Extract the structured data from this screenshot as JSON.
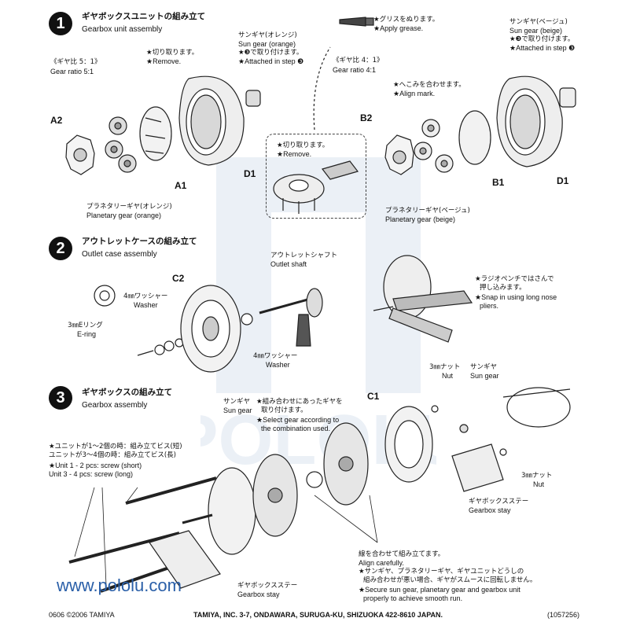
{
  "step1": {
    "number": "1",
    "title_jp": "ギヤボックスユニットの組み立て",
    "title_en": "Gearbox unit assembly",
    "ratio51_jp": "《ギヤ比 5：1》",
    "ratio51_en": "Gear ratio 5:1",
    "ratio41_jp": "《ギヤ比 4：1》",
    "ratio41_en": "Gear ratio 4:1",
    "remove_jp": "★切り取ります。",
    "remove_en": "★Remove.",
    "sun_orange_jp": "サンギヤ(オレンジ)",
    "sun_orange_en": "Sun gear (orange)",
    "attach_jp": "★❸で取り付けます。",
    "attach_en": "★Attached in step ❸",
    "grease_jp": "★グリスをぬります。",
    "grease_en": "★Apply grease.",
    "inset_remove_jp": "★切り取ります。",
    "inset_remove_en": "★Remove.",
    "sun_beige_jp": "サンギヤ(ベージュ)",
    "sun_beige_en": "Sun gear (beige)",
    "attach2_jp": "★❸で取り付けます。",
    "attach2_en": "★Attached in step ❸",
    "align_jp": "★へこみを合わせます。",
    "align_en": "★Align mark.",
    "planetary_orange_jp": "プラネタリーギヤ(オレンジ)",
    "planetary_orange_en": "Planetary gear (orange)",
    "planetary_beige_jp": "プラネタリーギヤ(ベージュ)",
    "planetary_beige_en": "Planetary gear (beige)",
    "labels": {
      "a2": "A2",
      "a1": "A1",
      "d1_left": "D1",
      "b2": "B2",
      "b1": "B1",
      "d1_right": "D1"
    }
  },
  "step2": {
    "number": "2",
    "title_jp": "アウトレットケースの組み立て",
    "title_en": "Outlet case assembly",
    "c2": "C2",
    "washer_top_jp": "4㎜ワッシャー",
    "washer_top_en": "Washer",
    "eringe_jp": "3㎜Eリング",
    "eringe_en": "E-ring",
    "shaft_jp": "アウトレットシャフト",
    "shaft_en": "Outlet shaft",
    "washer_bottom_jp": "4㎜ワッシャー",
    "washer_bottom_en": "Washer",
    "snap_jp1": "★ラジオペンチではさんで",
    "snap_jp2": "押し込みます。",
    "snap_en1": "★Snap in using long nose",
    "snap_en2": "pliers."
  },
  "step3": {
    "number": "3",
    "title_jp": "ギヤボックスの組み立て",
    "title_en": "Gearbox assembly",
    "screw_jp1": "★ユニットが1〜2個の時：組み立てビス(短)",
    "screw_jp2": "ユニットが3〜4個の時：組み立てビス(長)",
    "screw_en1": "★Unit 1 - 2 pcs: screw (short)",
    "screw_en2": "Unit 3 - 4 pcs: screw (long)",
    "sun_jp": "サンギヤ",
    "sun_en": "Sun gear",
    "select_jp1": "★組み合わせにあったギヤを",
    "select_jp2": "取り付けます。",
    "select_en1": "★Select gear according to",
    "select_en2": "the combination used.",
    "c1": "C1",
    "nut_top_jp": "3㎜ナット",
    "nut_top_en": "Nut",
    "sun_right_jp": "サンギヤ",
    "sun_right_en": "Sun gear",
    "nut_right_jp": "3㎜ナット",
    "nut_right_en": "Nut",
    "stay_right_jp": "ギヤボックスステー",
    "stay_right_en": "Gearbox stay",
    "stay_bottom_jp": "ギヤボックスステー",
    "stay_bottom_en": "Gearbox stay",
    "align_jp": "線を合わせて組み立てます。",
    "align_en": "Align carefully.",
    "secure_jp1": "★サンギヤ、プラネタリーギヤ、ギヤユニットどうしの",
    "secure_jp2": "組み合わせが悪い場合、ギヤがスムースに回転しません。",
    "secure_en1": "★Secure sun gear, planetary gear and gearbox unit",
    "secure_en2": "properly to achieve smooth run."
  },
  "footer": {
    "code": "0606 ©2006 TAMIYA",
    "address": "TAMIYA, INC. 3-7, ONDAWARA, SURUGA-KU, SHIZUOKA 422-8610 JAPAN.",
    "part_no": "(1057256)"
  },
  "watermark_url": "www.pololu.com",
  "watermark_text": "POLOLU"
}
